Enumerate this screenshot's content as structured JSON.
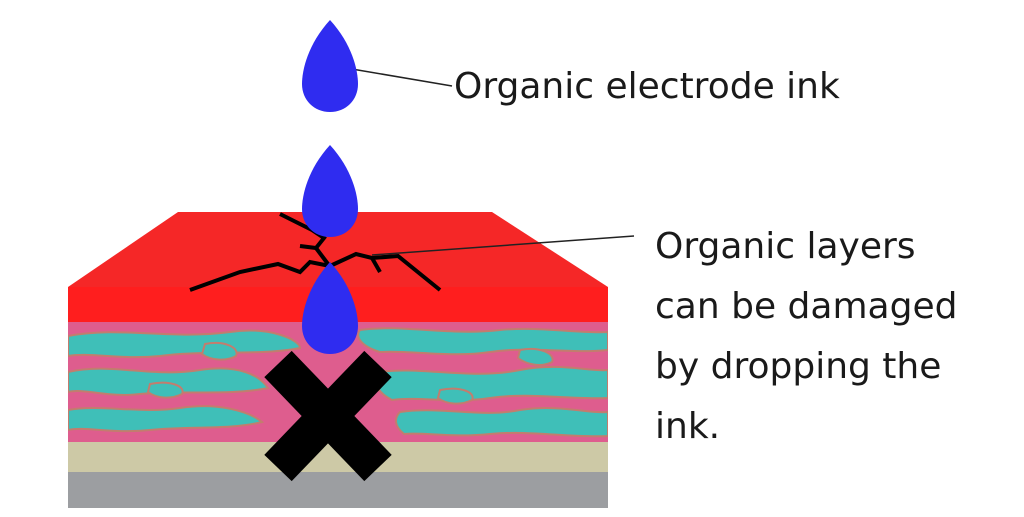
{
  "labels": {
    "ink": "Organic electrode ink",
    "damage": [
      "Organic layers",
      "can be damaged",
      "by dropping the",
      "ink."
    ]
  },
  "colors": {
    "ink_drop": "#2f2cf0",
    "top_layer": "#f52727",
    "top_layer_front": "#ff1e1e",
    "mixed_cyan": "#3fbfb8",
    "mixed_pink": "#de5d8e",
    "beige_layer": "#cdc9a6",
    "gray_layer": "#9c9ea1",
    "cross": "#000000",
    "crack": "#000000"
  },
  "icons": {
    "ink_drop": "droplet-icon",
    "failure_mark": "cross-icon"
  }
}
